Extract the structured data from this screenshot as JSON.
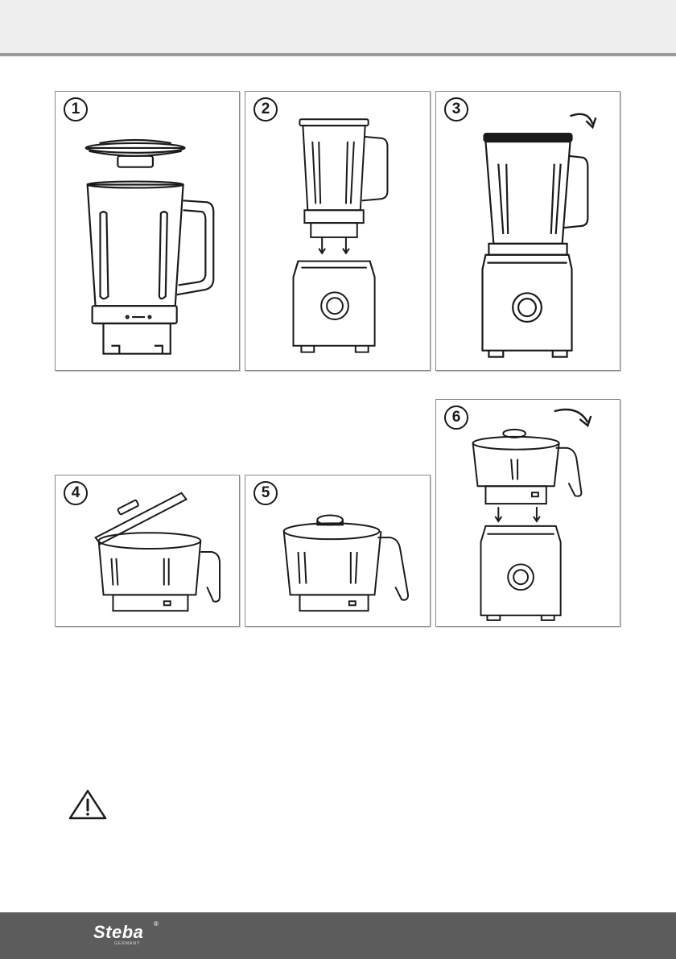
{
  "steps": [
    {
      "number": "1"
    },
    {
      "number": "2"
    },
    {
      "number": "3"
    },
    {
      "number": "4"
    },
    {
      "number": "5"
    },
    {
      "number": "6"
    }
  ],
  "brand": {
    "name": "Steba",
    "sub": "GERMANY",
    "reg": "®"
  },
  "icons": {
    "warning": "warning-triangle-icon",
    "rotate": "rotate-arrow-icon"
  },
  "colors": {
    "footer": "#5c5c5c",
    "header": "#eeeeee",
    "line": "#1a1a1a"
  }
}
